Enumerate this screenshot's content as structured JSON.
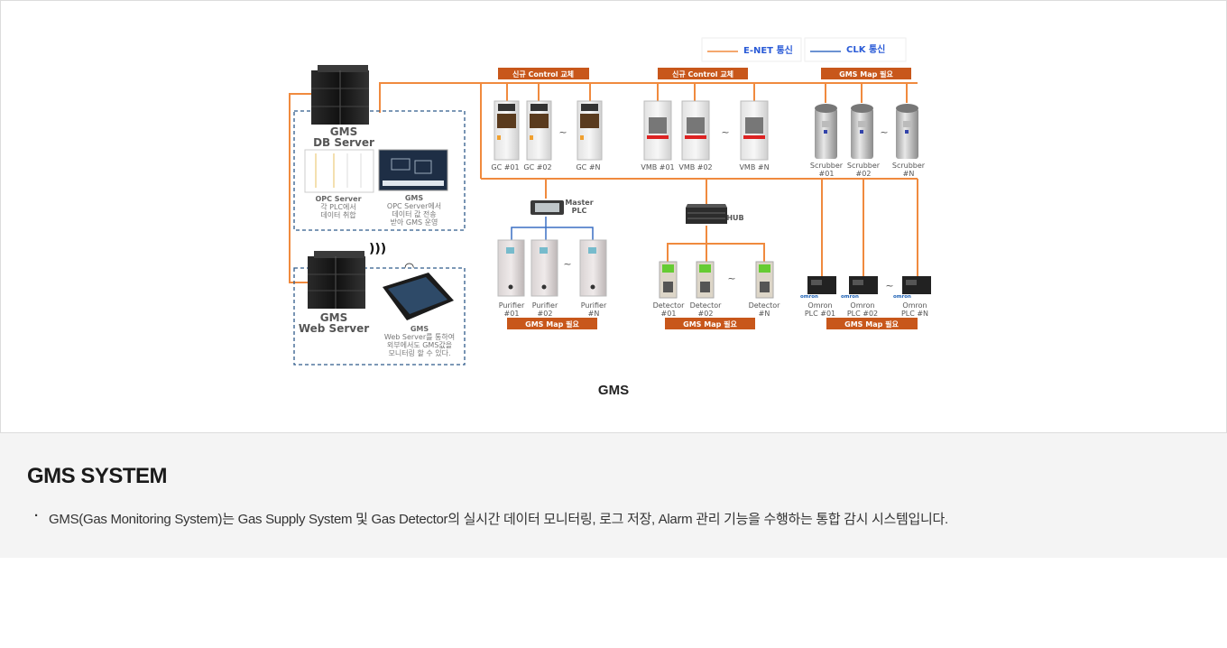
{
  "figure": {
    "caption": "GMS",
    "legend": [
      {
        "label": "E-NET 통신",
        "color": "#f08a3e"
      },
      {
        "label": "CLK 통신",
        "color": "#3a6fc4"
      }
    ],
    "colors": {
      "enet": "#f08a3e",
      "clk": "#3a6fc4",
      "banner": "#c8571b",
      "dashed_box": "#2f5b8a",
      "label_text": "#555555"
    },
    "servers": {
      "db": {
        "title_line1": "GMS",
        "title_line2": "DB Server",
        "opc": {
          "title": "OPC Server",
          "line1": "각 PLC에서",
          "line2": "데이터 취합"
        },
        "gms": {
          "title": "GMS",
          "line1": "OPC Server에서",
          "line2": "데이터 값 전송",
          "line3": "받아 GMS 운영"
        }
      },
      "web": {
        "title_line1": "GMS",
        "title_line2": "Web Server",
        "tablet": {
          "title": "GMS",
          "line1": "Web Server를 통하여",
          "line2": "외부에서도 GMS값을",
          "line3": "모니터링 할 수 있다."
        }
      }
    },
    "groups": {
      "gc": {
        "banner": "신규 Control 교체",
        "items": [
          "GC #01",
          "GC #02",
          "GC #N"
        ]
      },
      "vmb": {
        "banner": "신규 Control 교체",
        "items": [
          "VMB #01",
          "VMB #02",
          "VMB #N"
        ]
      },
      "scrubber": {
        "banner": "GMS Map 필요",
        "items": [
          [
            "Scrubber",
            "#01"
          ],
          [
            "Scrubber",
            "#02"
          ],
          [
            "Scrubber",
            "#N"
          ]
        ]
      },
      "purifier": {
        "banner": "GMS Map 필요",
        "hub_label": [
          "Master",
          "PLC"
        ],
        "items": [
          [
            "Purifier",
            "#01"
          ],
          [
            "Purifier",
            "#02"
          ],
          [
            "Purifier",
            "#N"
          ]
        ]
      },
      "detector": {
        "banner": "GMS Map 필요",
        "hub_label": "HUB",
        "items": [
          [
            "Detector",
            "#01"
          ],
          [
            "Detector",
            "#02"
          ],
          [
            "Detector",
            "#N"
          ]
        ]
      },
      "omron": {
        "banner": "GMS Map 필요",
        "brand": "omron",
        "items": [
          [
            "Omron",
            "PLC #01"
          ],
          [
            "Omron",
            "PLC #02"
          ],
          [
            "Omron",
            "PLC #N"
          ]
        ]
      }
    },
    "tilde": "~"
  },
  "section": {
    "title": "GMS SYSTEM",
    "bullets": [
      "GMS(Gas Monitoring System)는 Gas Supply System 및 Gas Detector의 실시간 데이터 모니터링, 로그 저장, Alarm 관리 기능을 수행하는 통합 감시 시스템입니다."
    ]
  }
}
